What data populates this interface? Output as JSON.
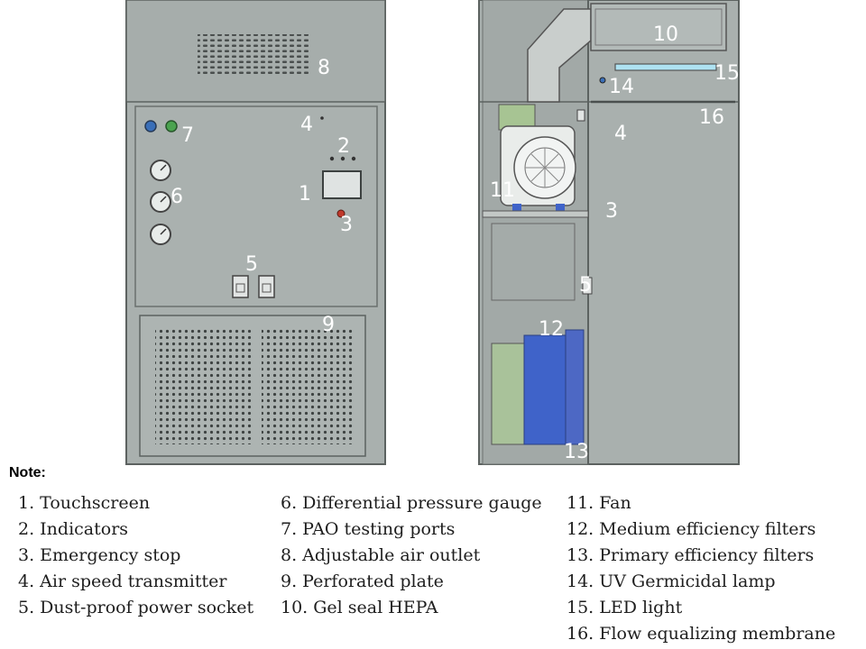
{
  "callouts": {
    "front": {
      "c1": "1",
      "c2": "2",
      "c3": "3",
      "c4": "4",
      "c5": "5",
      "c6": "6",
      "c7": "7",
      "c8": "8",
      "c9": "9"
    },
    "side": {
      "c3": "3",
      "c4": "4",
      "c5": "5",
      "c10": "10",
      "c11": "11",
      "c12": "12",
      "c13": "13",
      "c14": "14",
      "c15": "15",
      "c16": "16"
    }
  },
  "note": {
    "title": "Note:",
    "columns": [
      [
        "1. Touchscreen",
        "2. Indicators",
        "3. Emergency stop",
        "4. Air speed transmitter",
        "5. Dust-proof power socket"
      ],
      [
        "6. Differential pressure gauge",
        "7. PAO testing ports",
        "8. Adjustable air outlet",
        "9. Perforated plate",
        "10. Gel seal HEPA"
      ],
      [
        "11. Fan",
        "12. Medium efficiency filters",
        "13. Primary efficiency filters",
        "14. UV Germicidal lamp",
        "15. LED light",
        "16. Flow equalizing membrane"
      ]
    ]
  },
  "colors": {
    "panel": "#a9b0ae",
    "panel_dark": "#959c9a",
    "outline": "#5c6260",
    "hepa_blue": "#3f63c9",
    "green_filter": "#a9c29a",
    "uv_lamp": "#aee2f2",
    "indicator_blue": "#3a6fb8",
    "indicator_green": "#4aa34f",
    "stop_red": "#c0392b"
  }
}
